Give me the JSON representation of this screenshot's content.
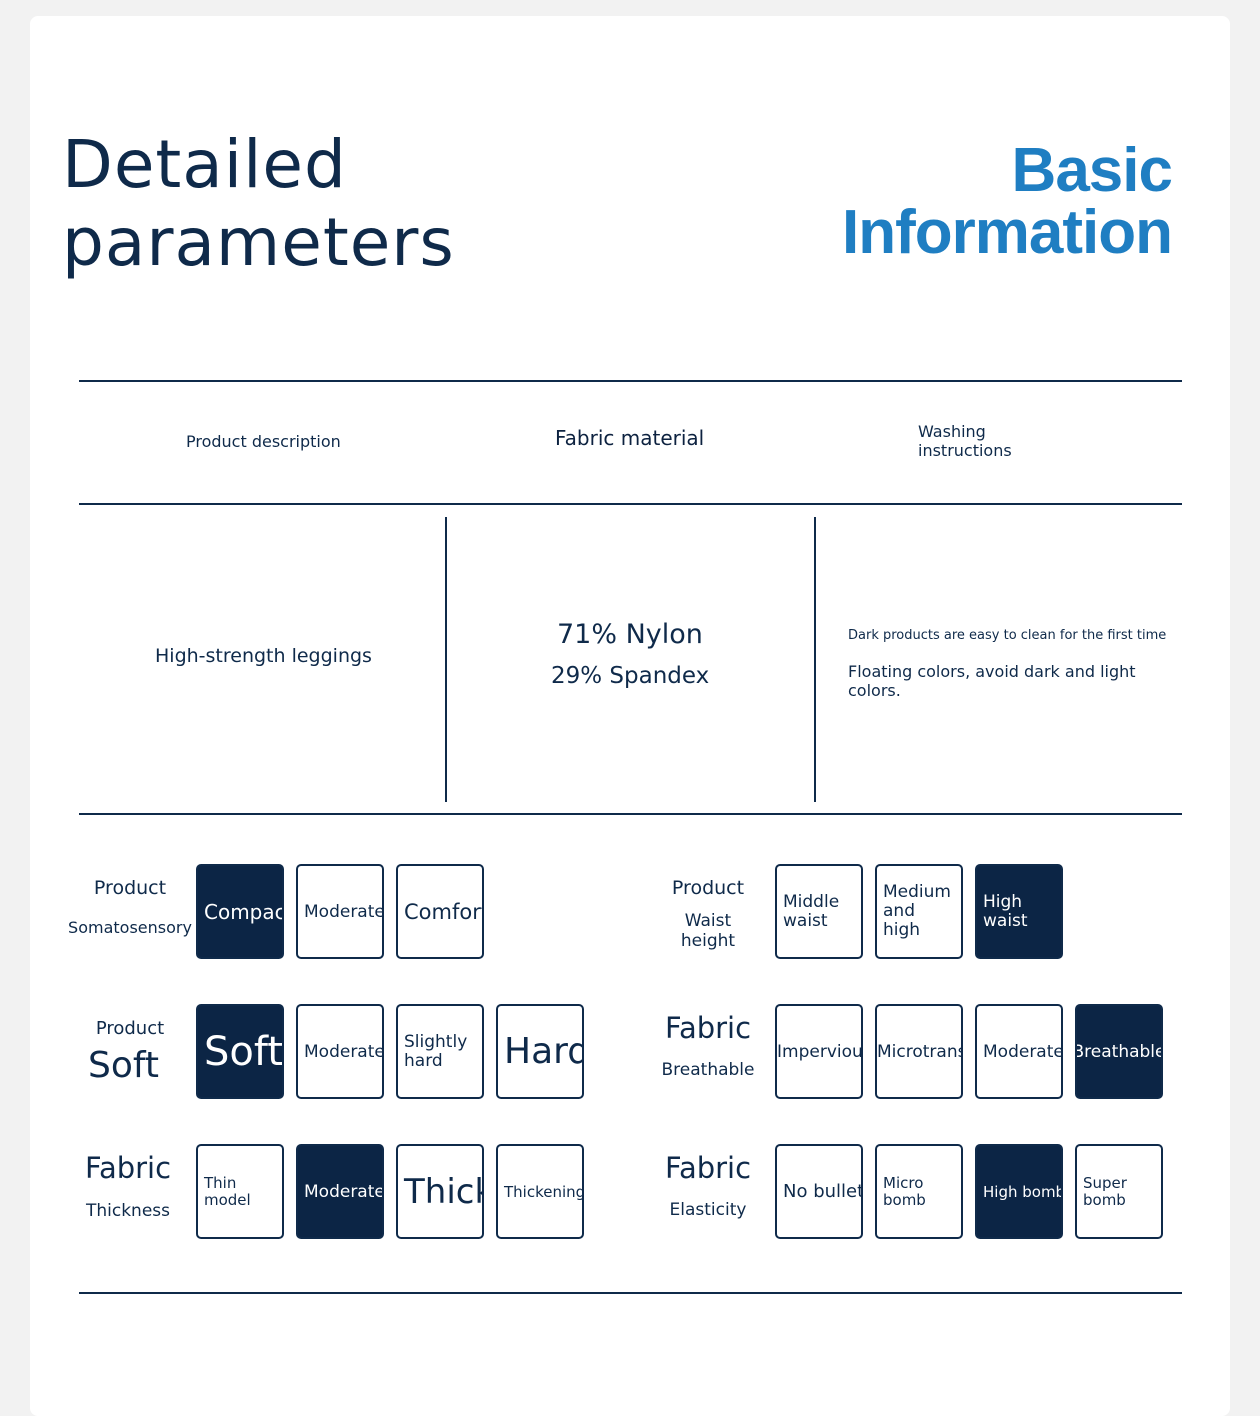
{
  "header": {
    "title_line1": "Detailed",
    "title_line2": "parameters",
    "basic_line1": "Basic",
    "basic_line2": "Information"
  },
  "columns": {
    "product_description": "Product description",
    "fabric_material": "Fabric material",
    "washing_line1": "Washing",
    "washing_line2": "instructions"
  },
  "values": {
    "product_description": "High-strength leggings",
    "material_line1": "71% Nylon",
    "material_line2": "29% Spandex",
    "washing_note1": "Dark products are easy to clean for the first time",
    "washing_note2": "Floating colors, avoid dark and light colors."
  },
  "params": {
    "somatosensory": {
      "label_line1": "Product",
      "label_line2": "Somatosensory",
      "options": [
        "Compact",
        "Moderate",
        "Comfort"
      ],
      "selected": "Compact"
    },
    "waist_height": {
      "label_line1": "Product",
      "label_line2": "Waist",
      "label_line3": "height",
      "options": [
        "Middle waist",
        "Medium and high",
        "High waist"
      ],
      "selected": "High waist"
    },
    "soft": {
      "label_line1": "Product",
      "label_line2": "Soft",
      "options": [
        "Soft",
        "Moderate",
        "Slightly hard",
        "Hard"
      ],
      "selected": "Soft"
    },
    "breathable": {
      "label_line1": "Fabric",
      "label_line2": "Breathable",
      "options": [
        "Impervious",
        "Microtransparent",
        "Moderate",
        "Breathable"
      ],
      "selected": "Breathable"
    },
    "thickness": {
      "label_line1": "Fabric",
      "label_line2": "Thickness",
      "options": [
        "Thin model",
        "Moderate",
        "Thick",
        "Thickening"
      ],
      "selected": "Moderate"
    },
    "elasticity": {
      "label_line1": "Fabric",
      "label_line2": "Elasticity",
      "options": [
        "No bullet",
        "Micro bomb",
        "High bomb",
        "Super bomb"
      ],
      "selected": "High bomb"
    }
  },
  "colors": {
    "navy": "#0f2a4a",
    "selected_fill": "#0c2545",
    "accent_blue": "#1f7ec2"
  }
}
